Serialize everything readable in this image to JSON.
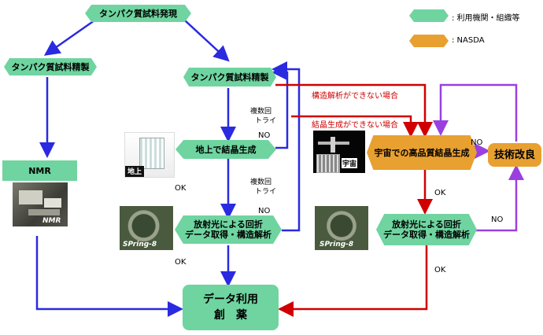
{
  "nodes": {
    "discovery": "タンパク質試料発現",
    "prep_left": "タンパク質試料精製",
    "prep_center": "タンパク質試料精製",
    "nmr": "NMR",
    "ground_crystal": "地上で結晶生成",
    "xray_line1": "放射光による回折",
    "xray_line2": "データ取得・構造解析",
    "space_crystal": "宇宙での高品質結晶生成",
    "tech_improve": "技術改良",
    "xray2_line1": "放射光による回折",
    "xray2_line2": "データ取得・構造解析",
    "data_use_line1": "データ利用",
    "data_use_line2": "創　薬"
  },
  "legend": {
    "green_label": ": 利用機関・組織等",
    "orange_label": ": NASDA",
    "green_color": "#6fd4a0",
    "orange_color": "#e8a030"
  },
  "edge_labels": {
    "retry1_l1": "複数回",
    "retry1_l2": "トライ",
    "no1": "NO",
    "ok1": "OK",
    "retry2_l1": "複数回",
    "retry2_l2": "トライ",
    "no2": "NO",
    "ok2": "OK",
    "red1": "構造解析ができない場合",
    "red2": "結晶生成ができない場合",
    "no3": "NO",
    "ok3": "OK",
    "no4": "NO",
    "ok4": "OK"
  },
  "photo_captions": {
    "ground": "地上",
    "nmr": "NMR",
    "spring8_1": "SPring-8",
    "space": "宇宙",
    "spring8_2": "SPring-8"
  },
  "colors": {
    "node_green": "#6fd4a0",
    "node_orange": "#e8a030",
    "arrow_blue": "#2a2ae0",
    "arrow_red": "#d00000",
    "arrow_purple": "#9a40e0"
  }
}
